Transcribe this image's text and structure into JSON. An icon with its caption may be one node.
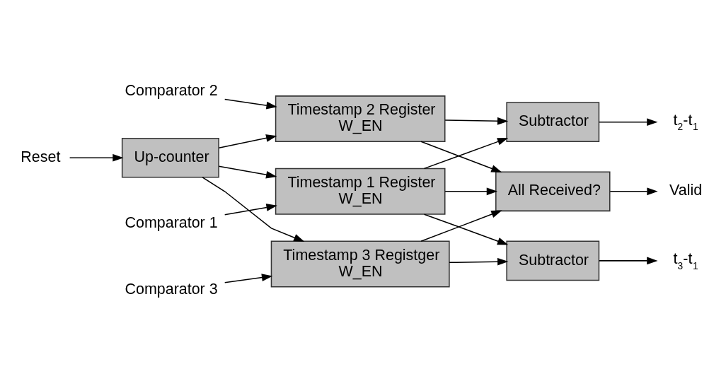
{
  "diagram": {
    "nodes": [
      {
        "text": [
          "Reset"
        ]
      },
      {
        "text": [
          "Up-counter"
        ]
      },
      {
        "text": [
          "Timestamp 2 Register",
          "W_EN"
        ]
      },
      {
        "text": [
          "Comparator 2"
        ]
      },
      {
        "text": [
          "Timestamp 1 Register",
          "W_EN"
        ]
      },
      {
        "text": [
          "Comparator 1"
        ]
      },
      {
        "text": [
          "Timestamp 3 Registger",
          "W_EN"
        ]
      },
      {
        "text": [
          "Comparator 3"
        ]
      },
      {
        "text": [
          "Subtractor"
        ]
      },
      {
        "text": [
          "Subtractor"
        ]
      },
      {
        "text": [
          "All Received?"
        ]
      },
      {
        "text": [
          "t$_{2}$-t$_{1}$"
        ]
      },
      {
        "text": [
          "Valid"
        ]
      },
      {
        "text": [
          "t$_{3}$-t$_{1}$"
        ]
      }
    ],
    "edges": [
      {
        "from": 0,
        "to": 1,
        "arrow": "to"
      },
      {
        "from": 1,
        "to": 2,
        "arrow": "to"
      },
      {
        "from": 1,
        "to": 4,
        "arrow": "to"
      },
      {
        "from": 1,
        "to": 6,
        "arrow": "to"
      },
      {
        "from": 3,
        "to": 2,
        "arrow": "to"
      },
      {
        "from": 5,
        "to": 4,
        "arrow": "to"
      },
      {
        "from": 7,
        "to": 6,
        "arrow": "to"
      },
      {
        "from": 2,
        "to": 8,
        "arrow": "to"
      },
      {
        "from": 2,
        "to": 10,
        "arrow": "to"
      },
      {
        "from": 4,
        "to": 10,
        "arrow": "to"
      },
      {
        "from": 4,
        "to": 8,
        "arrow": "to"
      },
      {
        "from": 4,
        "to": 9,
        "arrow": "to"
      },
      {
        "from": 6,
        "to": 9,
        "arrow": "to"
      },
      {
        "from": 6,
        "to": 10,
        "arrow": "to"
      },
      {
        "from": 8,
        "to": 11,
        "arrow": "to"
      },
      {
        "from": 10,
        "to": 12,
        "arrow": "to"
      },
      {
        "from": 9,
        "to": 13,
        "arrow": "to"
      }
    ]
  }
}
